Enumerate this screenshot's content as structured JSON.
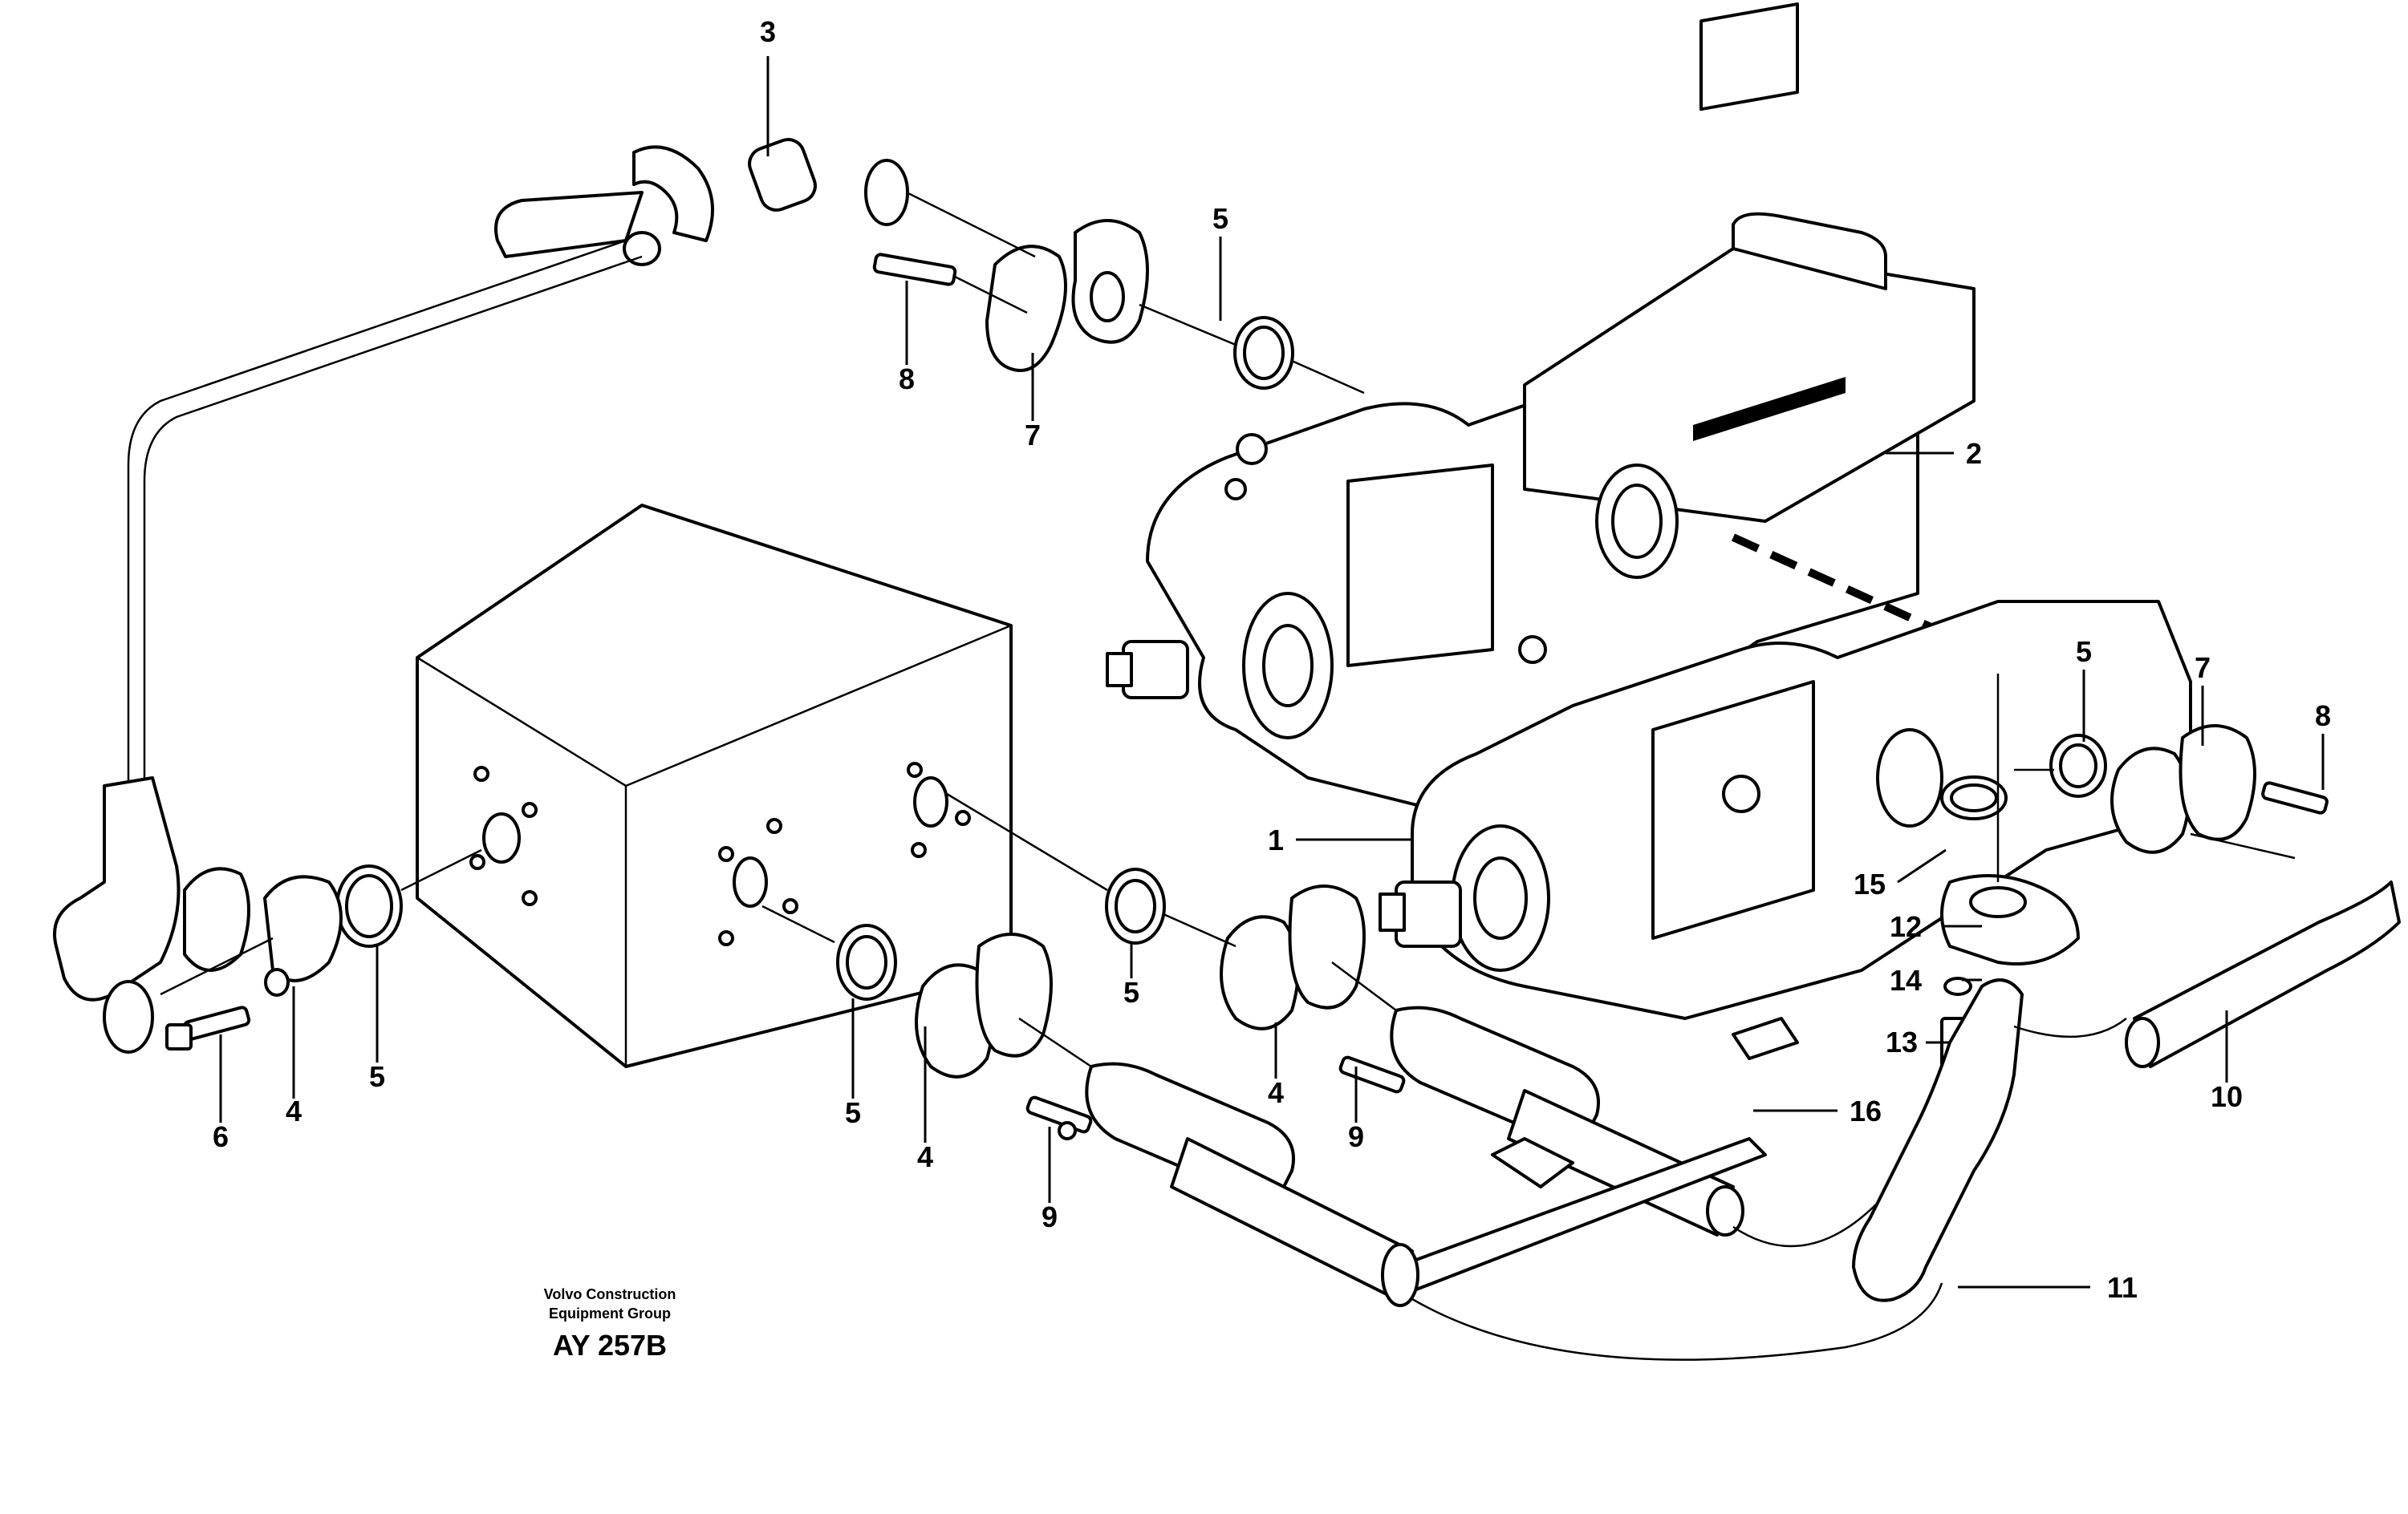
{
  "callouts": {
    "c1": "1",
    "c2": "2",
    "c3": "3",
    "c4a": "4",
    "c4b": "4",
    "c4c": "4",
    "c5a": "5",
    "c5b": "5",
    "c5c": "5",
    "c5d": "5",
    "c5e": "5",
    "c6": "6",
    "c7a": "7",
    "c7b": "7",
    "c8a": "8",
    "c8b": "8",
    "c9a": "9",
    "c9b": "9",
    "c10": "10",
    "c11": "11",
    "c12": "12",
    "c13": "13",
    "c14": "14",
    "c15": "15",
    "c16": "16"
  },
  "caption": {
    "line1": "Volvo Construction",
    "line2": "Equipment Group",
    "code": "AY 257B"
  }
}
